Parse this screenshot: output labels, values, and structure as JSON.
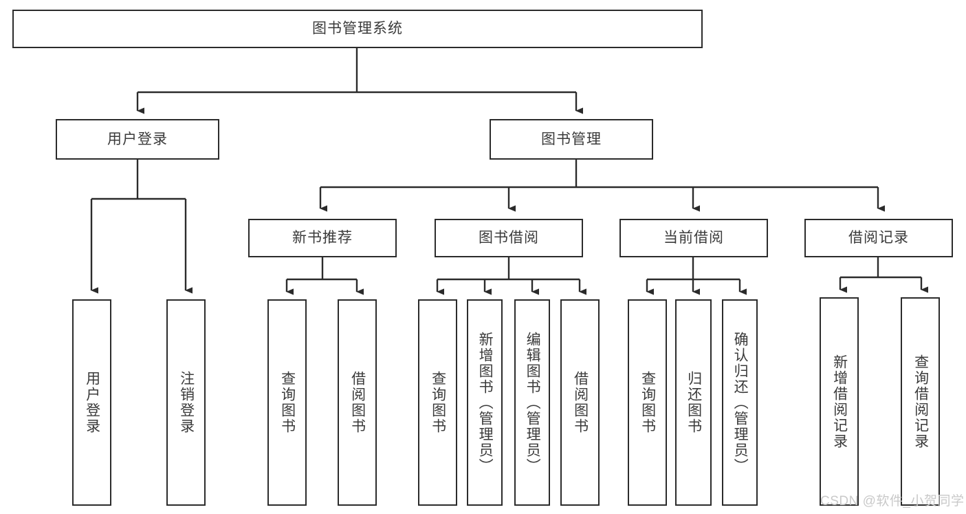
{
  "diagram": {
    "title": "图书管理系统",
    "type": "hierarchy-tree",
    "colors": {
      "background": "#ffffff",
      "node_border": "#2b2b2b",
      "node_fill": "#ffffff",
      "text": "#3a3a3a",
      "edge": "#2b2b2b",
      "watermark": "#c9c9c9"
    },
    "watermark": "CSDN @软件_小贺同学",
    "nodes": {
      "root": {
        "label": "图书管理系统"
      },
      "level1": [
        {
          "id": "user-login",
          "label": "用户登录"
        },
        {
          "id": "book-manage",
          "label": "图书管理"
        }
      ],
      "level2": [
        {
          "id": "new-book-recommend",
          "label": "新书推荐"
        },
        {
          "id": "book-borrow",
          "label": "图书借阅"
        },
        {
          "id": "current-borrow",
          "label": "当前借阅"
        },
        {
          "id": "borrow-record",
          "label": "借阅记录"
        }
      ],
      "leaves": [
        {
          "id": "leaf-user-login",
          "label": "用户登录",
          "parent": "user-login"
        },
        {
          "id": "leaf-logout-login",
          "label": "注销登录",
          "parent": "user-login"
        },
        {
          "id": "leaf-query-book-1",
          "label": "查询图书",
          "parent": "new-book-recommend"
        },
        {
          "id": "leaf-borrow-book-1",
          "label": "借阅图书",
          "parent": "new-book-recommend"
        },
        {
          "id": "leaf-query-book-2",
          "label": "查询图书",
          "parent": "book-borrow"
        },
        {
          "id": "leaf-add-book",
          "label": "新增图书（管理员）",
          "parent": "book-borrow"
        },
        {
          "id": "leaf-edit-book",
          "label": "编辑图书（管理员）",
          "parent": "book-borrow"
        },
        {
          "id": "leaf-borrow-book-2",
          "label": "借阅图书",
          "parent": "book-borrow"
        },
        {
          "id": "leaf-query-book-3",
          "label": "查询图书",
          "parent": "current-borrow"
        },
        {
          "id": "leaf-return-book",
          "label": "归还图书",
          "parent": "current-borrow"
        },
        {
          "id": "leaf-confirm-return",
          "label": "确认归还（管理员）",
          "parent": "current-borrow"
        },
        {
          "id": "leaf-add-record",
          "label": "新增借阅记录",
          "parent": "borrow-record"
        },
        {
          "id": "leaf-query-record",
          "label": "查询借阅记录",
          "parent": "borrow-record"
        }
      ]
    }
  }
}
